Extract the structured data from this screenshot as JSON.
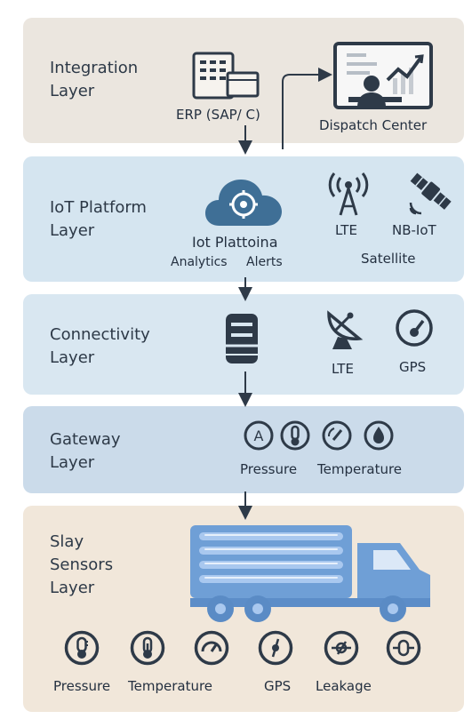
{
  "layers": {
    "integration": {
      "title_line1": "Integration",
      "title_line2": "Layer",
      "erp_label": "ERP (SAP/ C)",
      "dispatch_label": "Dispatch Center"
    },
    "iot": {
      "title_line1": "IoT Platform",
      "title_line2": "Layer",
      "platform_label": "Iot Plattoina",
      "analytics_label": "Analytics",
      "alerts_label": "Alerts",
      "lte_label": "LTE",
      "nbiot_label": "NB-IoT",
      "satellite_label": "Satellite"
    },
    "connectivity": {
      "title_line1": "Connectivity",
      "title_line2": "Layer",
      "lte_label": "LTE",
      "gps_label": "GPS"
    },
    "gateway": {
      "title_line1": "Gateway",
      "title_line2": "Layer",
      "pressure_label": "Pressure",
      "temperature_label": "Temperature",
      "icon_a_letter": "A"
    },
    "sensors": {
      "title_line1": "Slay",
      "title_line2": "Sensors",
      "title_line3": "Layer",
      "labels": [
        "Pressure",
        "Temperature",
        "GPS",
        "Leakage"
      ]
    }
  },
  "colors": {
    "integration_bg": "#ebe6df",
    "iot_bg": "#d5e5f0",
    "connectivity_bg": "#d9e7f1",
    "gateway_bg": "#cbdbea",
    "sensors_bg": "#f1e7da",
    "icon_dark": "#2e3a48",
    "cloud_blue": "#3f6f96",
    "truck_blue": "#6f9fd6"
  }
}
